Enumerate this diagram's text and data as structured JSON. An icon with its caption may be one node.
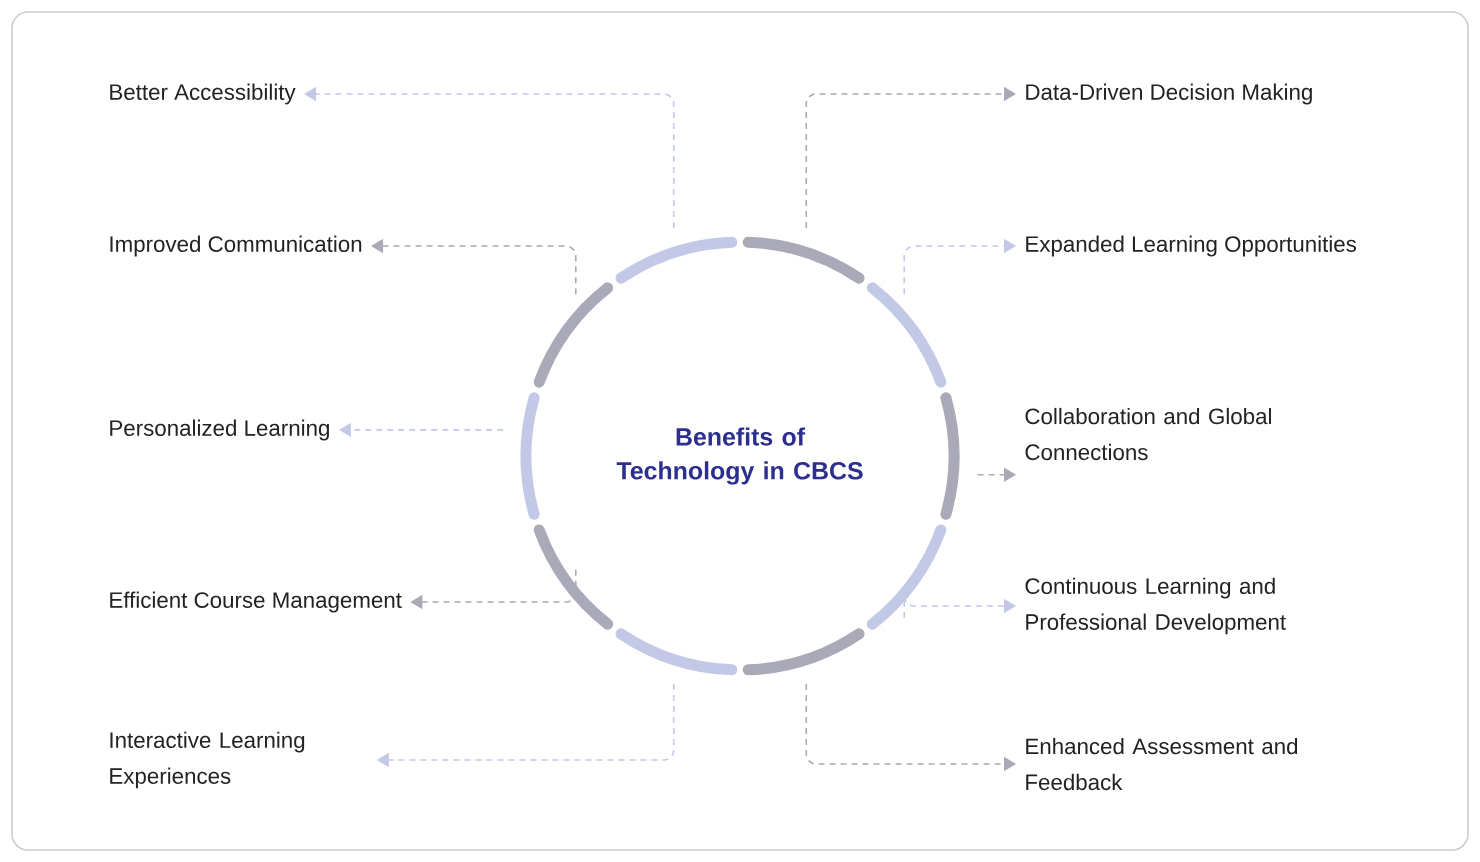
{
  "diagram": {
    "nodes": [
      {
        "text": [
          "Benefits of Technology in CBCS"
        ]
      },
      {
        "text": [
          "Better Accessibility"
        ]
      },
      {
        "text": [
          "Improved Communication"
        ]
      },
      {
        "text": [
          "Personalized Learning"
        ]
      },
      {
        "text": [
          "Efficient Course Management"
        ]
      },
      {
        "text": [
          "Interactive Learning Experiences"
        ]
      },
      {
        "text": [
          "Data-Driven Decision Making"
        ]
      },
      {
        "text": [
          "Expanded Learning Opportunities"
        ]
      },
      {
        "text": [
          "Collaboration and Global Connections"
        ]
      },
      {
        "text": [
          "Continuous Learning and Professional Development"
        ]
      },
      {
        "text": [
          "Enhanced Assessment and Feedback"
        ]
      }
    ],
    "edges": [
      {
        "from": 0,
        "to": 1,
        "arrow": "to",
        "style": "dashed",
        "color": "#c3c8e6"
      },
      {
        "from": 0,
        "to": 2,
        "arrow": "to",
        "style": "dashed",
        "color": "#a9a9b8"
      },
      {
        "from": 0,
        "to": 3,
        "arrow": "to",
        "style": "dashed",
        "color": "#c3c8e6"
      },
      {
        "from": 0,
        "to": 4,
        "arrow": "to",
        "style": "dashed",
        "color": "#a9a9b8"
      },
      {
        "from": 0,
        "to": 5,
        "arrow": "to",
        "style": "dashed",
        "color": "#c3c8e6"
      },
      {
        "from": 0,
        "to": 6,
        "arrow": "to",
        "style": "dashed",
        "color": "#a9a9b8"
      },
      {
        "from": 0,
        "to": 7,
        "arrow": "to",
        "style": "dashed",
        "color": "#c3c8e6"
      },
      {
        "from": 0,
        "to": 8,
        "arrow": "to",
        "style": "dashed",
        "color": "#a9a9b8"
      },
      {
        "from": 0,
        "to": 9,
        "arrow": "to",
        "style": "dashed",
        "color": "#c3c8e6"
      },
      {
        "from": 0,
        "to": 10,
        "arrow": "to",
        "style": "dashed",
        "color": "#a9a9b8"
      }
    ]
  }
}
